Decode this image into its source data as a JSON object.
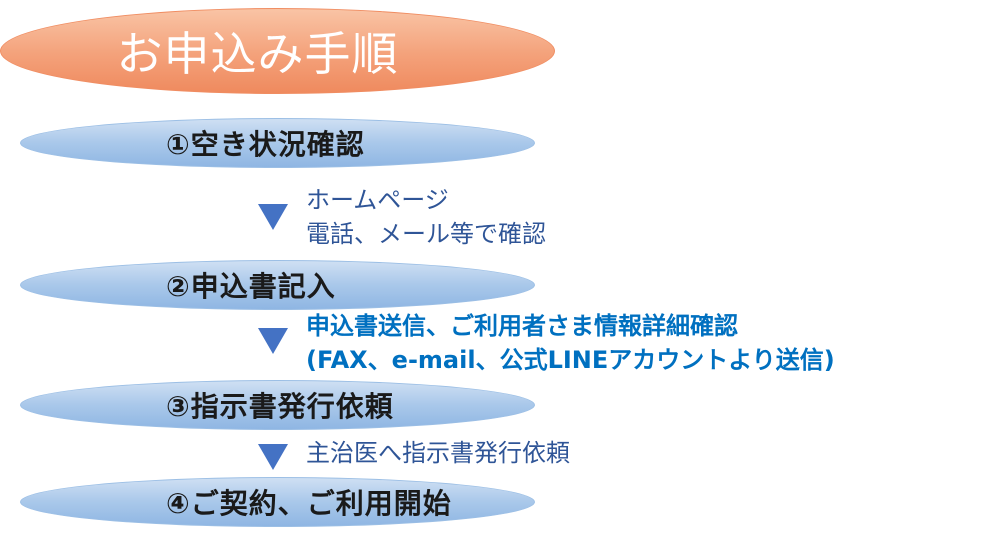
{
  "title": "お申込み手順",
  "steps": [
    {
      "label": "①空き状況確認"
    },
    {
      "label": "②申込書記入"
    },
    {
      "label": "③指示書発行依頼"
    },
    {
      "label": "④ご契約、ご利用開始"
    }
  ],
  "notes": [
    {
      "lines": [
        "ホームページ",
        "電話、メール等で確認"
      ]
    },
    {
      "lines": [
        "申込書送信、ご利用者さま情報詳細確認",
        "(FAX、e-mail、公式LINEアカウントより送信)"
      ]
    },
    {
      "lines": [
        "主治医へ指示書発行依頼"
      ]
    }
  ],
  "colors": {
    "title_pill": "#f4a17a",
    "step_pill": "#a9c8ea",
    "arrow": "#4472c4",
    "note_text": "#2f5597",
    "note_text_strong": "#0070c0"
  }
}
